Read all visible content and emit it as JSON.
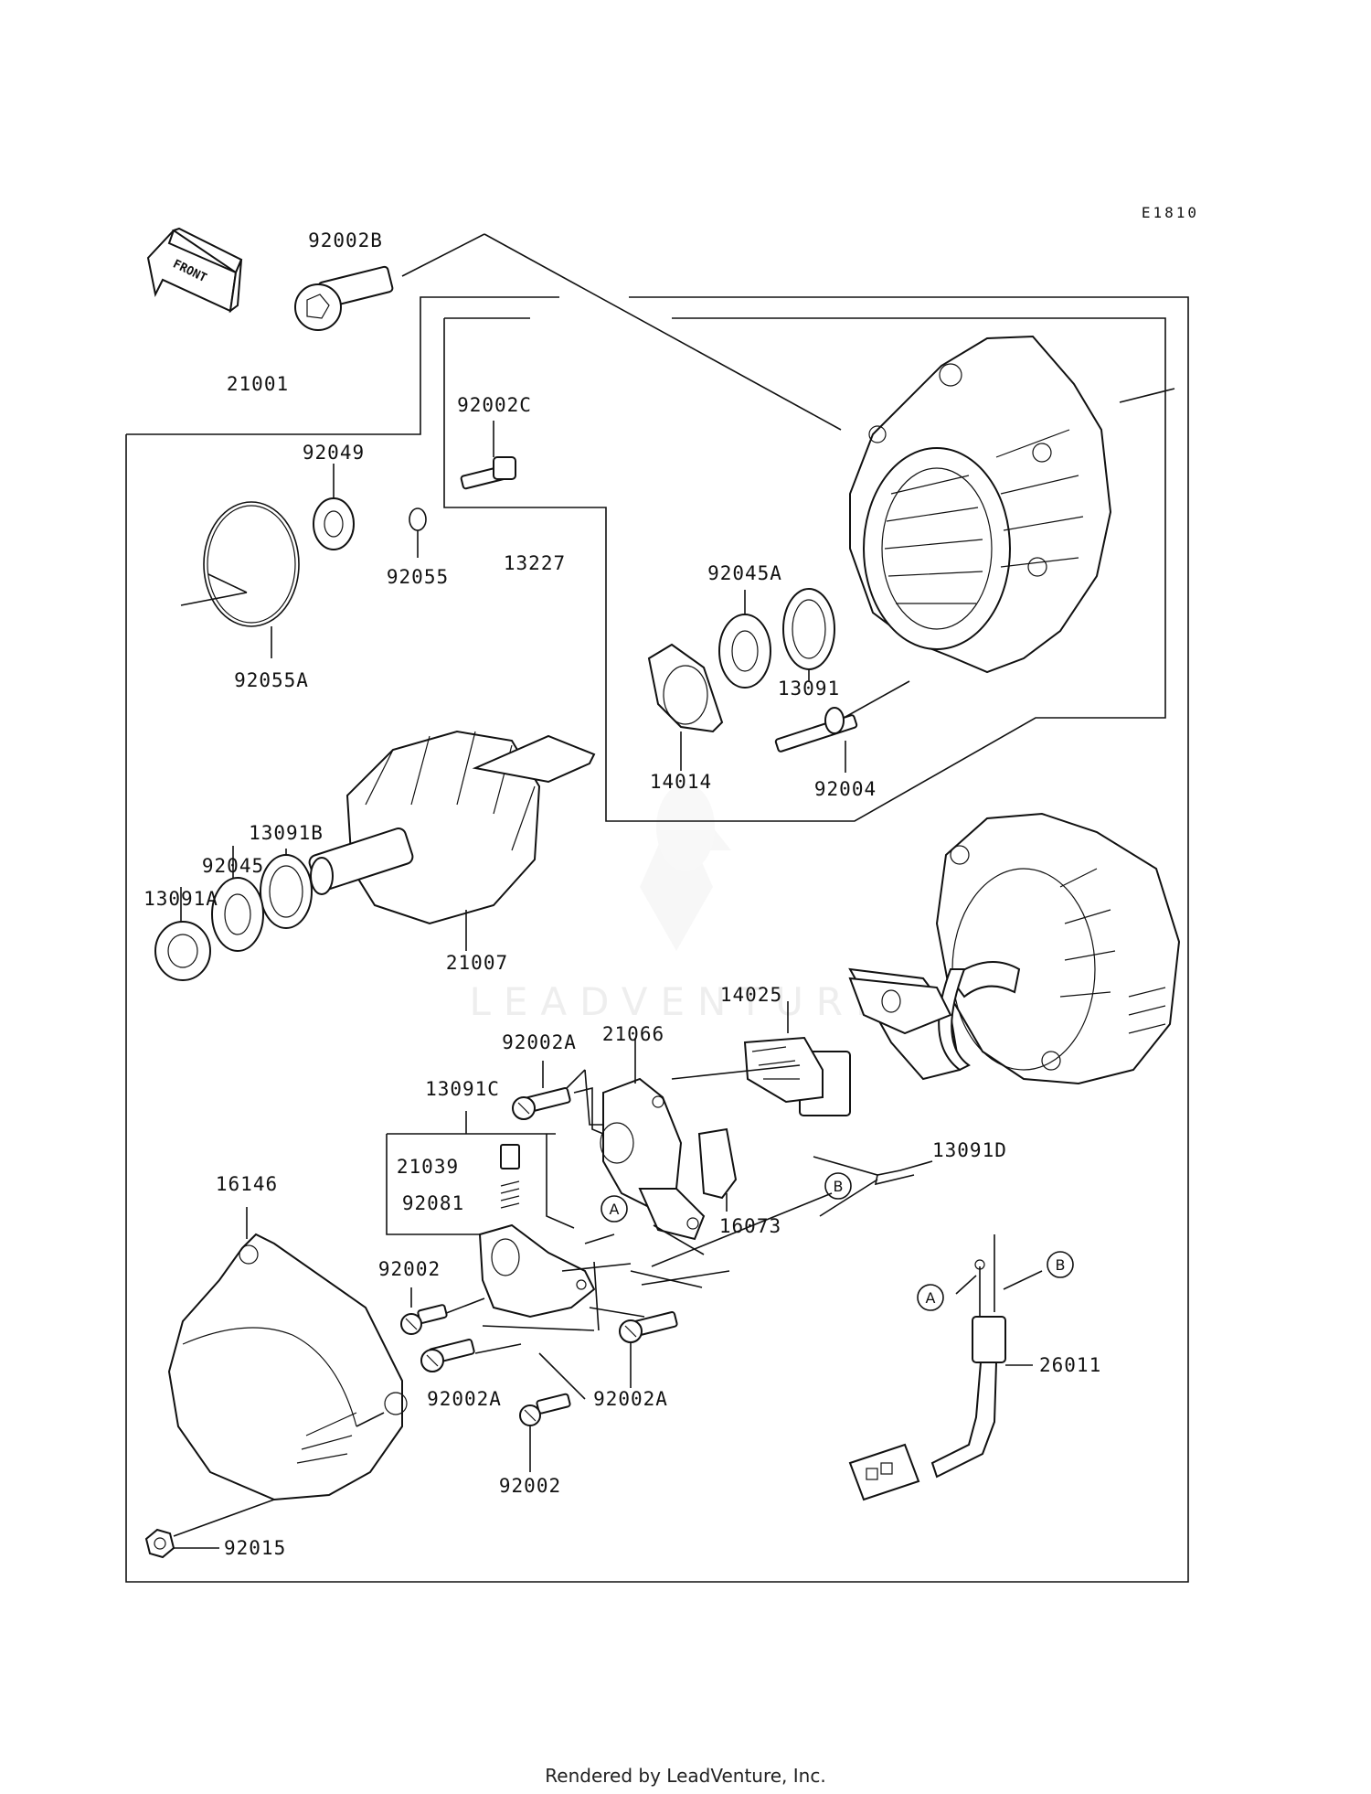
{
  "diagram_code": "E1810",
  "front_indicator": "FRONT",
  "watermark_text": "LEADVENTURE",
  "footer": "Rendered by LeadVenture, Inc.",
  "callouts": {
    "a": "A",
    "b": "B"
  },
  "parts": {
    "p92002B": "92002B",
    "p21001": "21001",
    "p92049": "92049",
    "p92002C": "92002C",
    "p92055": "92055",
    "p92055A": "92055A",
    "p13227": "13227",
    "p92045A": "92045A",
    "p13091": "13091",
    "p14014": "14014",
    "p92004": "92004",
    "p13091B": "13091B",
    "p92045": "92045",
    "p13091A": "13091A",
    "p21007": "21007",
    "p14025": "14025",
    "p92002A_top": "92002A",
    "p21066": "21066",
    "p13091C": "13091C",
    "p21039": "21039",
    "p92081": "92081",
    "p16073": "16073",
    "p13091D": "13091D",
    "p16146": "16146",
    "p92002_left": "92002",
    "p92002A_left": "92002A",
    "p92002A_right": "92002A",
    "p92002_bottom": "92002",
    "p26011": "26011",
    "p92015": "92015"
  }
}
